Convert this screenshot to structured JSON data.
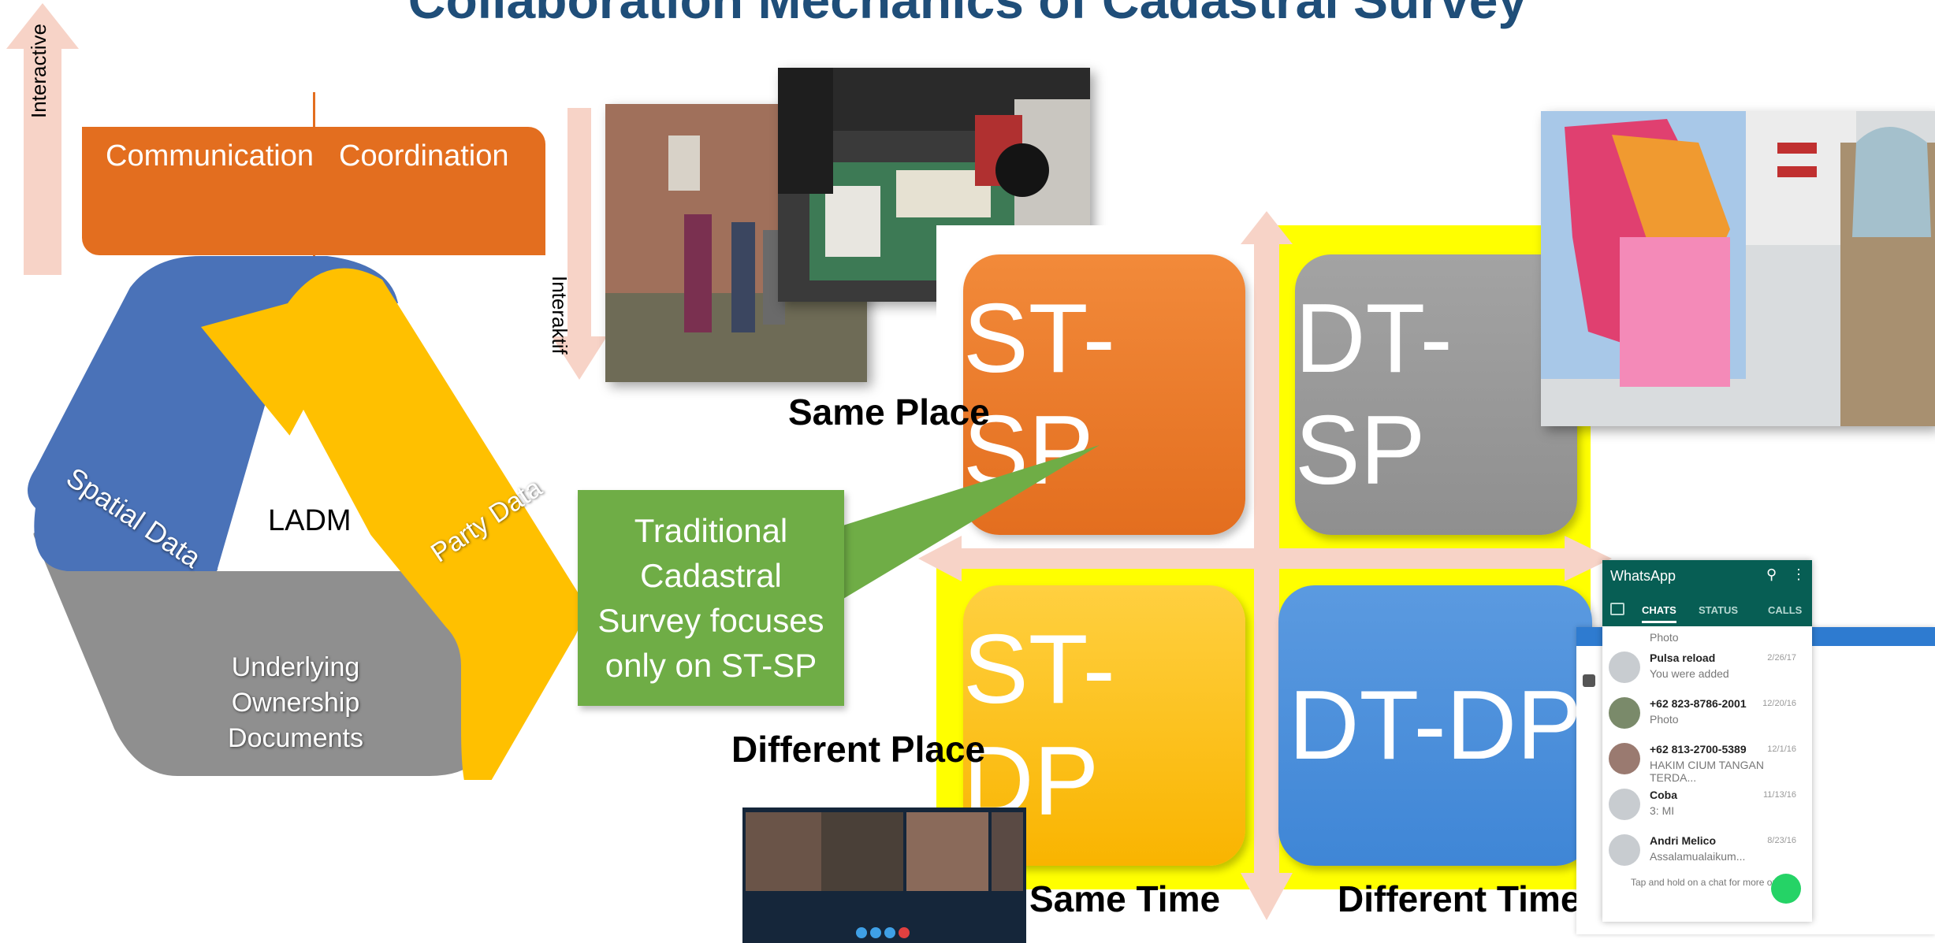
{
  "title": "Collaboration Mechanics of Cadastral Survey",
  "interactive_arrow_label": "Interactive",
  "interaktif_arrow_label": "Interaktif",
  "top_bar": {
    "left": "Communication",
    "right": "Coordination"
  },
  "triangle": {
    "center": "LADM",
    "left": "Spatial Data",
    "right": "Party Data",
    "bottom": "Underlying Ownership Documents"
  },
  "callout": "Traditional Cadastral Survey  focuses only on ST-SP",
  "quadrants": {
    "st_sp": "ST-SP",
    "dt_sp": "DT-SP",
    "st_dp": "ST-DP",
    "dt_dp": "DT-DP"
  },
  "axis": {
    "same_place": "Same Place",
    "different_place": "Different Place",
    "same_time": "Same Time",
    "different_time": "Different Time"
  },
  "colors": {
    "title": "#1f4e79",
    "orange": "#e36e1f",
    "blue": "#4a72b8",
    "yellow": "#ffc000",
    "gray": "#8f8f8f",
    "green": "#6fad46",
    "highlight": "#ffff00",
    "arrow_pink": "#f7d3c7"
  },
  "whatsapp": {
    "app_title": "WhatsApp",
    "tabs": [
      "CHATS",
      "STATUS",
      "CALLS"
    ],
    "chats": [
      {
        "name": "",
        "msg": "Photo",
        "date": ""
      },
      {
        "name": "Pulsa reload",
        "msg": "You were added",
        "date": "2/26/17"
      },
      {
        "name": "+62 823-8786-2001",
        "msg": "Photo",
        "date": "12/20/16"
      },
      {
        "name": "+62 813-2700-5389",
        "msg": "HAKIM CIUM TANGAN TERDA...",
        "date": "12/1/16"
      },
      {
        "name": "Coba",
        "msg": "3: MI",
        "date": "11/13/16"
      },
      {
        "name": "Andri Melico",
        "msg": "Assalamualaikum...",
        "date": "8/23/16"
      }
    ],
    "hint": "Tap and hold on a chat for more options"
  }
}
